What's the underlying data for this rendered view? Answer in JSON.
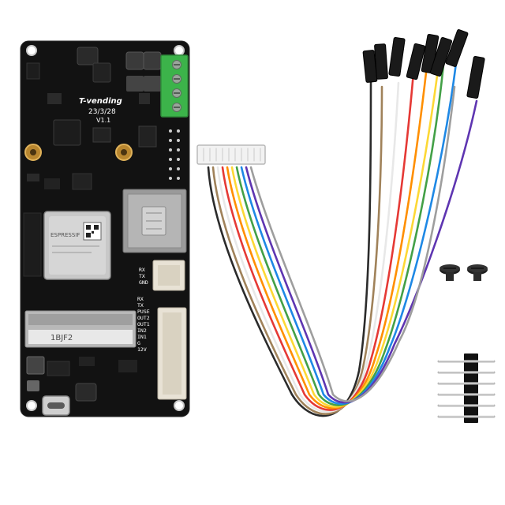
{
  "board": {
    "brand_label": "T-vending",
    "date_label": "23/3/28",
    "version_label": "V1.1",
    "connector_label": "1BJF2",
    "module_brand": "ESPRESSIF",
    "pin_labels_upper": [
      "RX",
      "TX",
      "GND"
    ],
    "pin_labels_lower": [
      "RX",
      "TX",
      "PUSE",
      "OUT2",
      "OUT1",
      "IN2",
      "IN1",
      "G",
      "12V"
    ]
  },
  "cable": {
    "wire_colors": [
      "#2b2b2b",
      "#a0825a",
      "#f5f5f5",
      "#e53935",
      "#ff8f00",
      "#fdd835",
      "#43a047",
      "#1e88e5",
      "#5e35b1",
      "#9e9e9e"
    ]
  },
  "parts": {
    "screw_count": 2,
    "header_pin_count": 6
  },
  "colors": {
    "pcb": "#111111",
    "terminal": "#3cb34a",
    "background": "#ffffff"
  }
}
